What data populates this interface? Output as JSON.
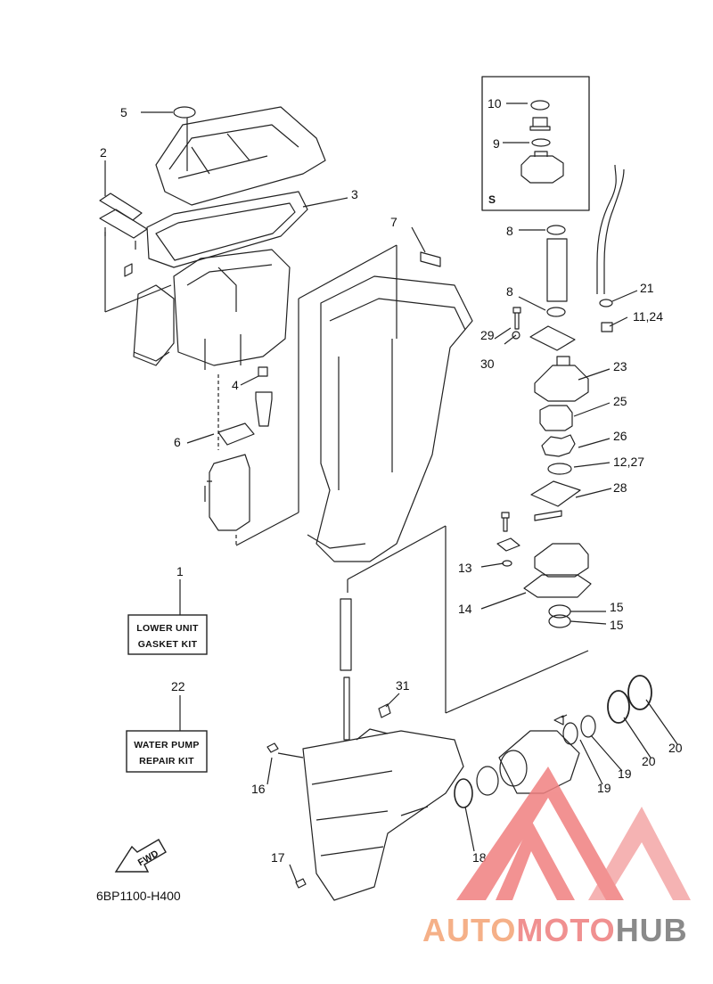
{
  "callouts": [
    {
      "id": "c10",
      "text": "10"
    },
    {
      "id": "c9",
      "text": "9"
    },
    {
      "id": "cS",
      "text": "S"
    },
    {
      "id": "c5",
      "text": "5"
    },
    {
      "id": "c2",
      "text": "2"
    },
    {
      "id": "c3",
      "text": "3"
    },
    {
      "id": "c7",
      "text": "7"
    },
    {
      "id": "c8a",
      "text": "8"
    },
    {
      "id": "c8b",
      "text": "8"
    },
    {
      "id": "c21",
      "text": "21"
    },
    {
      "id": "c29",
      "text": "29"
    },
    {
      "id": "c1124",
      "text": "11,24"
    },
    {
      "id": "c30",
      "text": "30"
    },
    {
      "id": "c23",
      "text": "23"
    },
    {
      "id": "c4",
      "text": "4"
    },
    {
      "id": "c25",
      "text": "25"
    },
    {
      "id": "c6",
      "text": "6"
    },
    {
      "id": "c26",
      "text": "26"
    },
    {
      "id": "c1227",
      "text": "12,27"
    },
    {
      "id": "c28",
      "text": "28"
    },
    {
      "id": "c1",
      "text": "1"
    },
    {
      "id": "c13",
      "text": "13"
    },
    {
      "id": "c14",
      "text": "14"
    },
    {
      "id": "c15a",
      "text": "15"
    },
    {
      "id": "c15b",
      "text": "15"
    },
    {
      "id": "c22",
      "text": "22"
    },
    {
      "id": "c31",
      "text": "31"
    },
    {
      "id": "c20a",
      "text": "20"
    },
    {
      "id": "c20b",
      "text": "20"
    },
    {
      "id": "c19a",
      "text": "19"
    },
    {
      "id": "c19b",
      "text": "19"
    },
    {
      "id": "c16",
      "text": "16"
    },
    {
      "id": "c18",
      "text": "18"
    },
    {
      "id": "c17",
      "text": "17"
    }
  ],
  "kits": {
    "gasket": {
      "line1": "LOWER UNIT",
      "line2": "GASKET KIT"
    },
    "pump": {
      "line1": "WATER PUMP",
      "line2": "REPAIR KIT"
    }
  },
  "fwd_label": "FWD",
  "drawing_code": "6BP1100-H400",
  "watermark": {
    "part1": "AUTO",
    "part2": "MOTO",
    "part3": "HUB"
  },
  "colors": {
    "watermark_triangle": "#f08080",
    "watermark_auto": "#f5b088",
    "watermark_moto": "#f09090",
    "watermark_hub": "#8a8a8a"
  }
}
